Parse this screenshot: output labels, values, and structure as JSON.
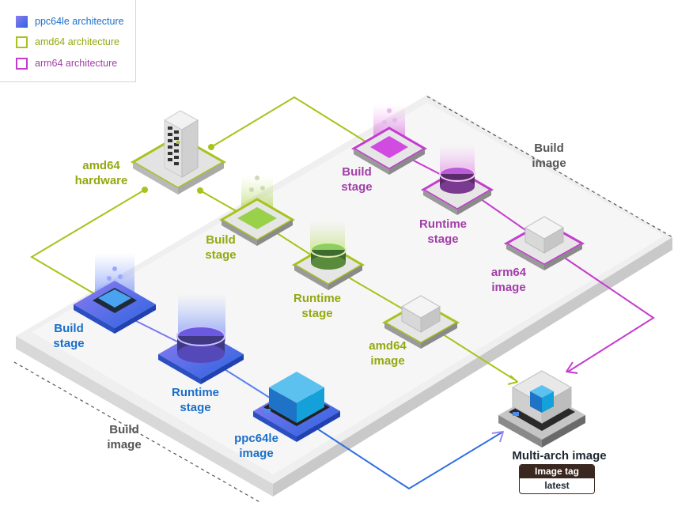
{
  "legend": {
    "ppc64le": "ppc64le architecture",
    "amd64": "amd64 architecture",
    "arm64": "arm64 architecture"
  },
  "colors": {
    "ppc64le": "#2f6fe0",
    "amd64": "#a7c31c",
    "arm64": "#c43bd0",
    "platform": "#ececec"
  },
  "labels": {
    "amd64_hardware": [
      "amd64",
      "hardware"
    ],
    "ppc_build": [
      "Build",
      "stage"
    ],
    "ppc_runtime": [
      "Runtime",
      "stage"
    ],
    "ppc_image": [
      "ppc64le",
      "image"
    ],
    "amd_build": [
      "Build",
      "stage"
    ],
    "amd_runtime": [
      "Runtime",
      "stage"
    ],
    "amd_image": [
      "amd64",
      "image"
    ],
    "arm_build": [
      "Build",
      "stage"
    ],
    "arm_runtime": [
      "Runtime",
      "stage"
    ],
    "arm_image": [
      "arm64",
      "image"
    ],
    "build_image_top": [
      "Build",
      "image"
    ],
    "build_image_bottom": [
      "Build",
      "image"
    ]
  },
  "multi_arch": {
    "title": "Multi-arch image",
    "tag_header": "Image tag",
    "tag_value": "latest"
  }
}
